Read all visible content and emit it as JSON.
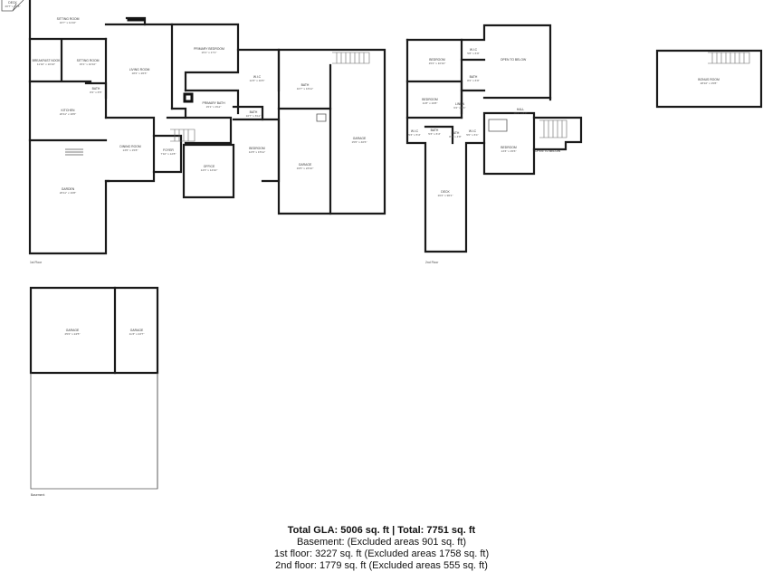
{
  "floors": {
    "first": "1st Floor",
    "second": "2nd Floor",
    "basement": "Basement"
  },
  "rooms": [
    {
      "key": "deck",
      "name": "DECK",
      "dim": "20'7\" x 12'6\""
    },
    {
      "key": "sitting1",
      "name": "SITTING ROOM",
      "dim": "16'7\" x 11'10\""
    },
    {
      "key": "breakfast",
      "name": "BREAKFAST NOOK",
      "dim": "11'10\" x 10'10\""
    },
    {
      "key": "sitting2",
      "name": "SITTING ROOM",
      "dim": "15'1\" x 10'10\""
    },
    {
      "key": "living",
      "name": "LIVING ROOM",
      "dim": "18'2\" x 26'3\""
    },
    {
      "key": "primary",
      "name": "PRIMARY BEDROOM",
      "dim": "15'1\" x 17'1\""
    },
    {
      "key": "bath1",
      "name": "BATH",
      "dim": "8'2\" x 6'5\""
    },
    {
      "key": "kitchen",
      "name": "KITCHEN",
      "dim": "20'11\" x 18'0\""
    },
    {
      "key": "primbath",
      "name": "PRIMARY BATH",
      "dim": "15'1\" x 9'11\""
    },
    {
      "key": "wic1",
      "name": "W.I.C",
      "dim": "12'3\" x 10'6\""
    },
    {
      "key": "bath2",
      "name": "BATH",
      "dim": "10'7\" x 6'11\""
    },
    {
      "key": "dining",
      "name": "DINING ROOM",
      "dim": "13'6\" x 15'8\""
    },
    {
      "key": "foyer",
      "name": "FOYER",
      "dim": "7'10\" x 12'8\""
    },
    {
      "key": "bedroom1",
      "name": "BEDROOM",
      "dim": "12'8\" x 15'11\""
    },
    {
      "key": "office",
      "name": "OFFICE",
      "dim": "14'3\" x 14'10\""
    },
    {
      "key": "garden",
      "name": "GARDEN",
      "dim": "26'11\" x 16'8\""
    },
    {
      "key": "bath3",
      "name": "BATH",
      "dim": "10'7\" x 16'11\""
    },
    {
      "key": "garage1",
      "name": "GARAGE",
      "dim": "19'5\" x 23'10\""
    },
    {
      "key": "garage2",
      "name": "GARAGE",
      "dim": "15'6\" x 40'6\""
    },
    {
      "key": "bedroom2",
      "name": "BEDROOM",
      "dim": "15'4\" x 10'10\""
    },
    {
      "key": "wic2",
      "name": "W.I.C",
      "dim": "5'8\" x 6'9\""
    },
    {
      "key": "open",
      "name": "OPEN TO BELOW",
      "dim": ""
    },
    {
      "key": "bath4",
      "name": "BATH",
      "dim": "8'2\" x 6'9\""
    },
    {
      "key": "bedroom3",
      "name": "BEDROOM",
      "dim": "11'8\" x 16'8\""
    },
    {
      "key": "hall",
      "name": "HALL",
      "dim": "18'1\" x 8'0\""
    },
    {
      "key": "linen",
      "name": "LINEN",
      "dim": "6'2\" x 8'1\""
    },
    {
      "key": "wic3",
      "name": "W.I.C",
      "dim": "5'3\" x 5'4\""
    },
    {
      "key": "bath5",
      "name": "BATH",
      "dim": "5'3\" x 6'4\""
    },
    {
      "key": "wic4",
      "name": "W.I.C",
      "dim": "5'0\" x 6'1\""
    },
    {
      "key": "bath6",
      "name": "BATH",
      "dim": "8'3\" x 4'8\""
    },
    {
      "key": "bedroom4",
      "name": "BEDROOM",
      "dim": "13'3\" x 15'6\""
    },
    {
      "key": "open2",
      "name": "OPEN TO BELOW",
      "dim": ""
    },
    {
      "key": "deck2",
      "name": "DECK",
      "dim": "16'4\" x 96'1\""
    },
    {
      "key": "bonus",
      "name": "BONUS ROOM",
      "dim": "28'10\" x 15'8\""
    },
    {
      "key": "bgarage1",
      "name": "GARAGE",
      "dim": "25'2\" x 24'5\""
    },
    {
      "key": "bgarage2",
      "name": "GARAGE",
      "dim": "11'3\" x 23'7\""
    }
  ],
  "summary": {
    "total": "Total GLA: 5006 sq. ft | Total: 7751 sq. ft",
    "basement": "Basement: (Excluded areas 901 sq. ft)",
    "first": "1st floor: 3227 sq. ft (Excluded areas 1758 sq. ft)",
    "second": "2nd floor: 1779 sq. ft (Excluded areas 555 sq. ft)"
  }
}
